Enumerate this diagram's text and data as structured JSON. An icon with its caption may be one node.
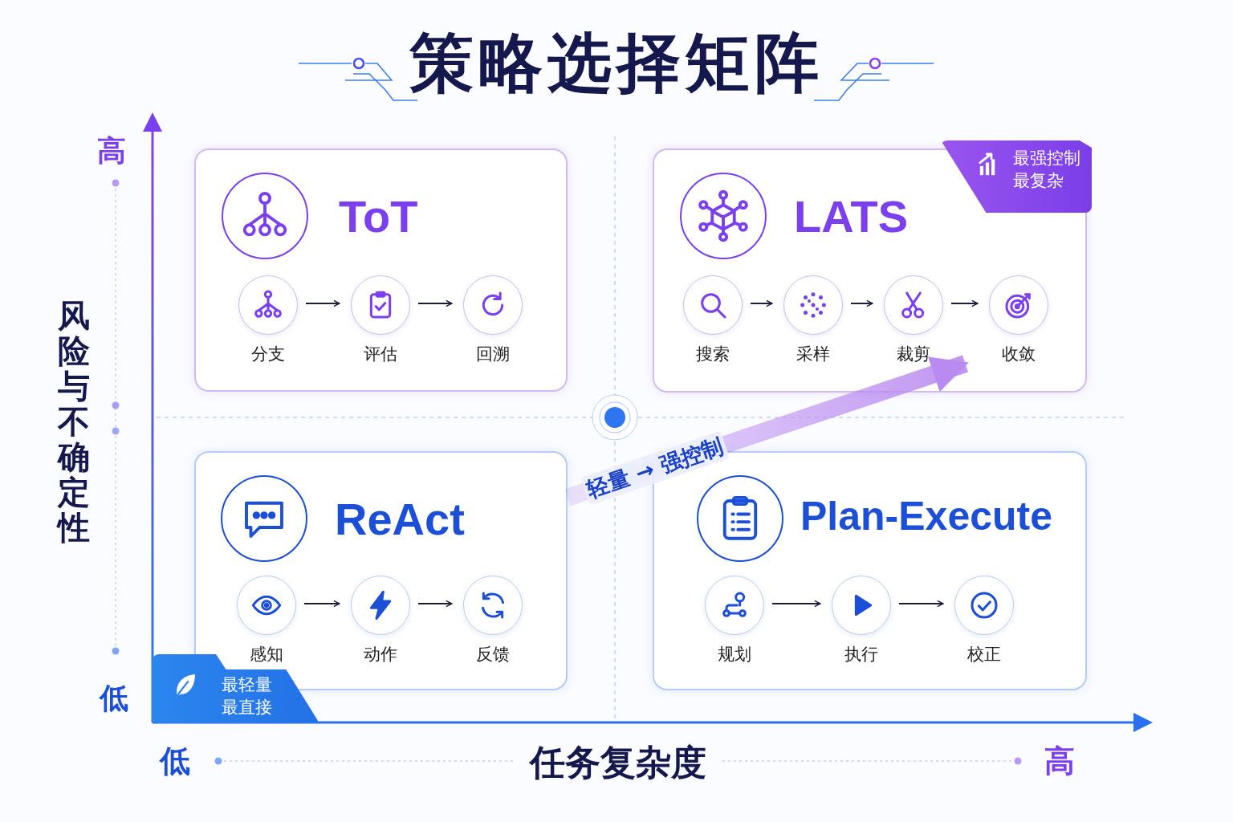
{
  "diagram": {
    "title": "策略选择矩阵",
    "nodes": [
      {
        "text": [
          "ToT"
        ]
      },
      {
        "text": [
          "分支"
        ],
        "in": 0
      },
      {
        "text": [
          "评估"
        ],
        "in": 0
      },
      {
        "text": [
          "回溯"
        ],
        "in": 0
      },
      {
        "text": [
          "LATS"
        ]
      },
      {
        "text": [
          "搜索"
        ],
        "in": 4
      },
      {
        "text": [
          "采样"
        ],
        "in": 4
      },
      {
        "text": [
          "裁剪"
        ],
        "in": 4
      },
      {
        "text": [
          "收敛"
        ],
        "in": 4
      },
      {
        "text": [
          "ReAct"
        ]
      },
      {
        "text": [
          "感知"
        ],
        "in": 9
      },
      {
        "text": [
          "动作"
        ],
        "in": 9
      },
      {
        "text": [
          "反馈"
        ],
        "in": 9
      },
      {
        "text": [
          "Plan-Execute"
        ]
      },
      {
        "text": [
          "规划"
        ],
        "in": 13
      },
      {
        "text": [
          "执行"
        ],
        "in": 13
      },
      {
        "text": [
          "校正"
        ],
        "in": 13
      },
      {
        "text": [
          "最强控制最复杂"
        ]
      },
      {
        "text": [
          "最轻量最直接"
        ]
      }
    ],
    "edges": [
      {
        "from": 1,
        "to": 2,
        "arrow": "to"
      },
      {
        "from": 2,
        "to": 3,
        "arrow": "to"
      },
      {
        "from": 5,
        "to": 6,
        "arrow": "to"
      },
      {
        "from": 6,
        "to": 7,
        "arrow": "to"
      },
      {
        "from": 7,
        "to": 8,
        "arrow": "to"
      },
      {
        "from": 10,
        "to": 11,
        "arrow": "to"
      },
      {
        "from": 11,
        "to": 12,
        "arrow": "to"
      },
      {
        "from": 14,
        "to": 15,
        "arrow": "to"
      },
      {
        "from": 15,
        "to": 16,
        "arrow": "to"
      },
      {
        "from": 9,
        "to": 4,
        "arrow": "to",
        "label": "轻量 → 强控制",
        "style": "thick",
        "color": "#b98af0"
      }
    ],
    "labels": [
      "高",
      "风险与不确定性",
      "低",
      "低",
      "任务复杂度",
      "高"
    ]
  }
}
